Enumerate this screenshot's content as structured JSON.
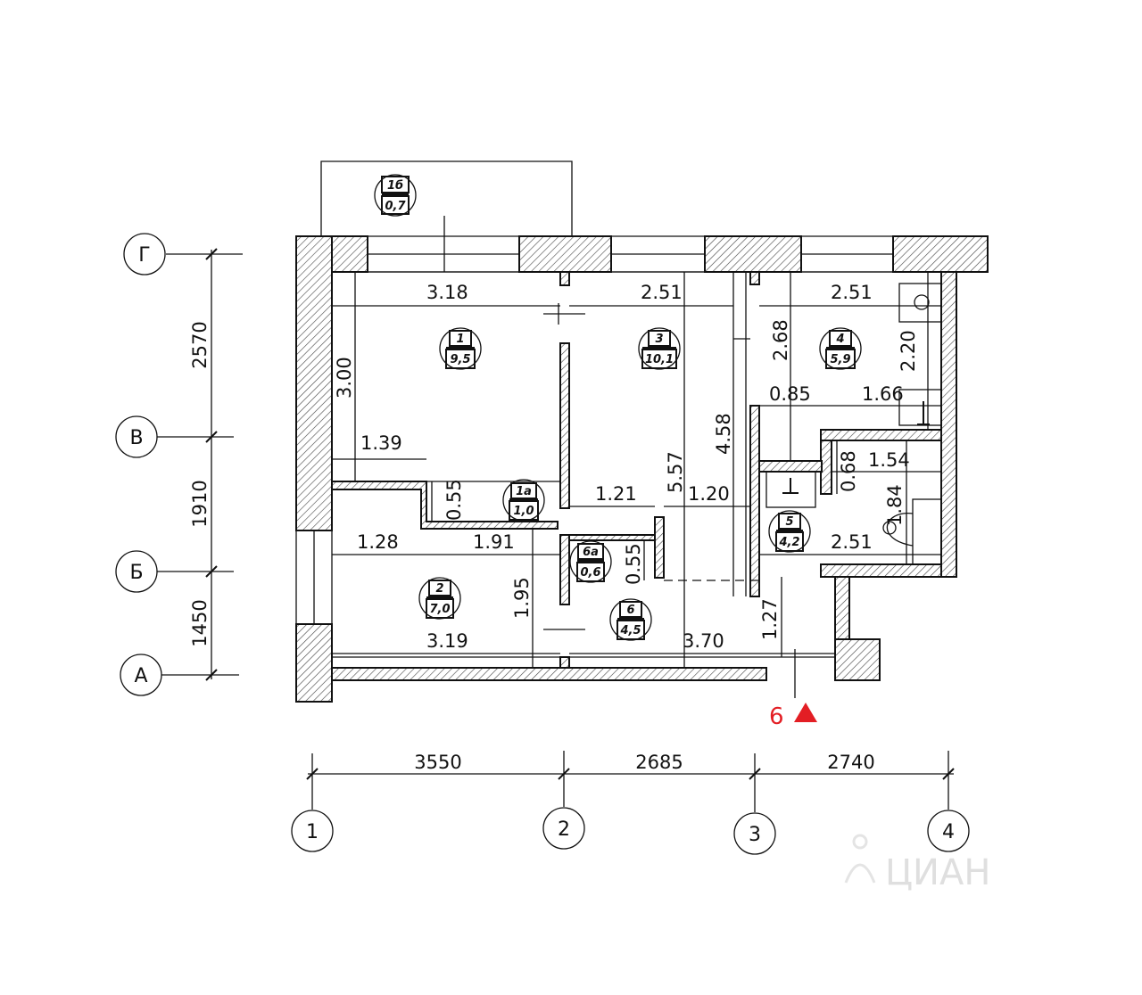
{
  "axes": {
    "rows": [
      {
        "id": "row-g",
        "label": "Г"
      },
      {
        "id": "row-v",
        "label": "В"
      },
      {
        "id": "row-b",
        "label": "Б"
      },
      {
        "id": "row-a",
        "label": "А"
      }
    ],
    "row_spacings": [
      "2570",
      "1910",
      "1450"
    ],
    "columns": [
      {
        "id": "col-1",
        "label": "1"
      },
      {
        "id": "col-2",
        "label": "2"
      },
      {
        "id": "col-3",
        "label": "3"
      },
      {
        "id": "col-4",
        "label": "4"
      }
    ],
    "column_spacings": [
      "3550",
      "2685",
      "2740"
    ]
  },
  "rooms": [
    {
      "id": "room-1b",
      "num": "1б",
      "area": "0,7"
    },
    {
      "id": "room-1",
      "num": "1",
      "area": "9,5"
    },
    {
      "id": "room-3",
      "num": "3",
      "area": "10,1"
    },
    {
      "id": "room-4",
      "num": "4",
      "area": "5,9"
    },
    {
      "id": "room-1a",
      "num": "1а",
      "area": "1,0"
    },
    {
      "id": "room-6a",
      "num": "6а",
      "area": "0,6"
    },
    {
      "id": "room-5",
      "num": "5",
      "area": "4,2"
    },
    {
      "id": "room-2",
      "num": "2",
      "area": "7,0"
    },
    {
      "id": "room-6",
      "num": "6",
      "area": "4,5"
    }
  ],
  "dimensions": [
    "3.18",
    "2.51",
    "2.51",
    "3.00",
    "2.68",
    "2.20",
    "0.85",
    "1.66",
    "1.39",
    "0.55",
    "0.68",
    "1.54",
    "5.57",
    "4.58",
    "1.21",
    "1.20",
    "1.84",
    "1.28",
    "1.91",
    "0.55",
    "2.51",
    "1.95",
    "1.27",
    "3.19",
    "3.70"
  ],
  "entrance": {
    "label": "6",
    "color": "#e31e24"
  },
  "watermark": "ЦИАН"
}
